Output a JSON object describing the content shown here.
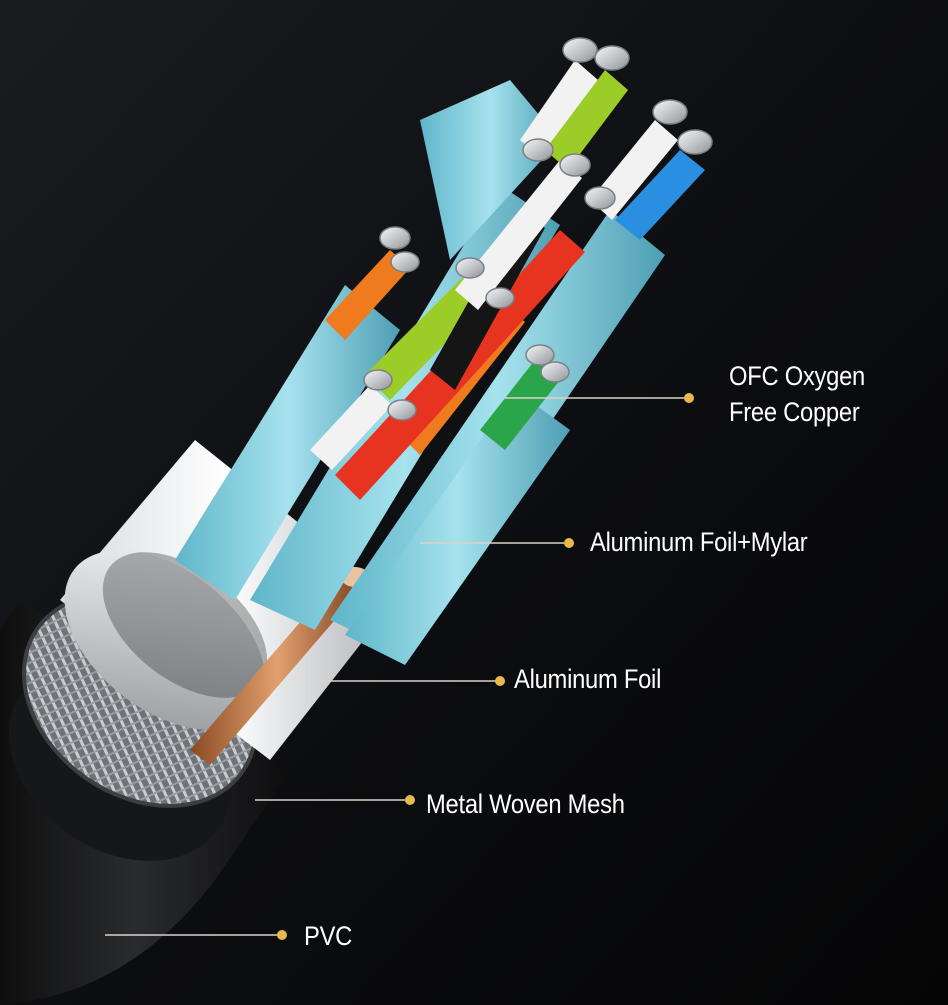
{
  "diagram": {
    "accent_color": "#e9b949",
    "background_color": "#0b0c0e",
    "callouts": [
      {
        "id": "ofc",
        "lines": [
          "OFC Oxygen",
          "Free Copper"
        ]
      },
      {
        "id": "foil-mylar",
        "lines": [
          "Aluminum Foil+Mylar"
        ]
      },
      {
        "id": "foil",
        "lines": [
          "Aluminum Foil"
        ]
      },
      {
        "id": "mesh",
        "lines": [
          "Metal Woven Mesh"
        ]
      },
      {
        "id": "pvc",
        "lines": [
          "PVC"
        ]
      }
    ],
    "core_colors": [
      "#e63420",
      "#f07a1e",
      "#9ccc28",
      "#2a8fe0",
      "#2aa54a",
      "#f2f2f2",
      "#151515"
    ]
  }
}
